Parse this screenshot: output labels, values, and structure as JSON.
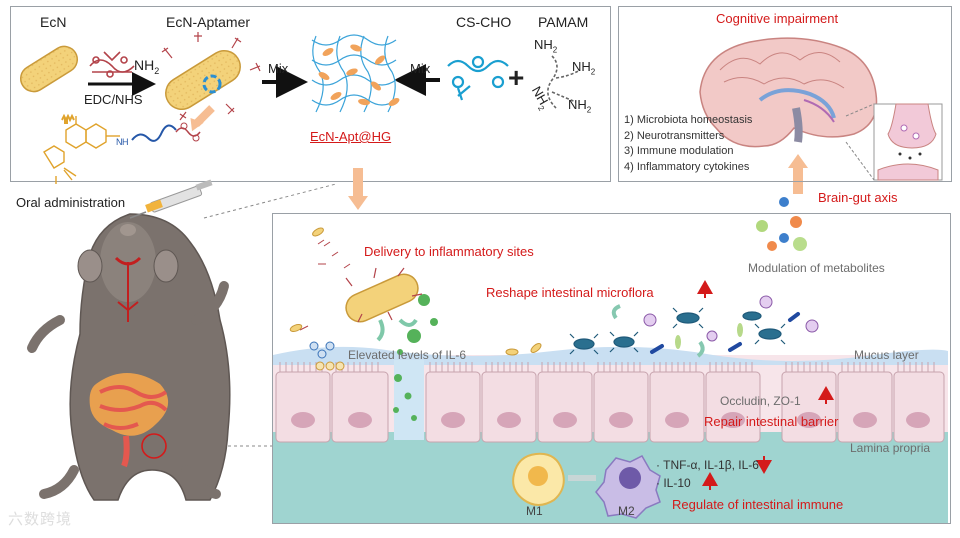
{
  "synthesis": {
    "ecn": "EcN",
    "ecn_aptamer": "EcN-Aptamer",
    "nh2": "NH",
    "nh2_sub": "2",
    "edc_nhs": "EDC/NHS",
    "cs_cho": "CS-CHO",
    "pamam": "PAMAM",
    "mix_left": "Mix",
    "mix_right": "Mix",
    "plus": "+",
    "product": "EcN-Apt@HG",
    "amide_n": "N",
    "amide_h": "H"
  },
  "brain": {
    "title": "Cognitive impairment",
    "mechanisms": [
      "1) Microbiota homeostasis",
      "2) Neurotransmitters",
      "3) Immune modulation",
      "4) Inflammatory cytokines"
    ]
  },
  "mouse": {
    "label": "Oral administration"
  },
  "gut": {
    "brain_gut_axis": "Brain-gut axis",
    "delivery": "Delivery to inflammatory sites",
    "reshape": "Reshape intestinal microflora",
    "metabolites": "Modulation of metabolites",
    "il6": "Elevated levels of IL-6",
    "mucus": "Mucus layer",
    "occludin": "Occludin, ZO-1",
    "repair": "Repair intestinal barrier",
    "lamina": "Lamina propria",
    "m1": "M1",
    "m2": "M2",
    "cytokines_down": "TNF-α, IL-1β, IL-6",
    "il10_up": "IL-10",
    "regulate": "Regulate of intestinal immune"
  },
  "watermark": "六数跨境",
  "colors": {
    "red": "#d41a1a",
    "mucus": "#c9dff2",
    "epithelium": "#f3dde3",
    "lamina": "#9fd4d0",
    "bacterium": "#f3d27a",
    "hydrogel": "#3aa3d9",
    "arrow_orange": "#f6bd93"
  }
}
